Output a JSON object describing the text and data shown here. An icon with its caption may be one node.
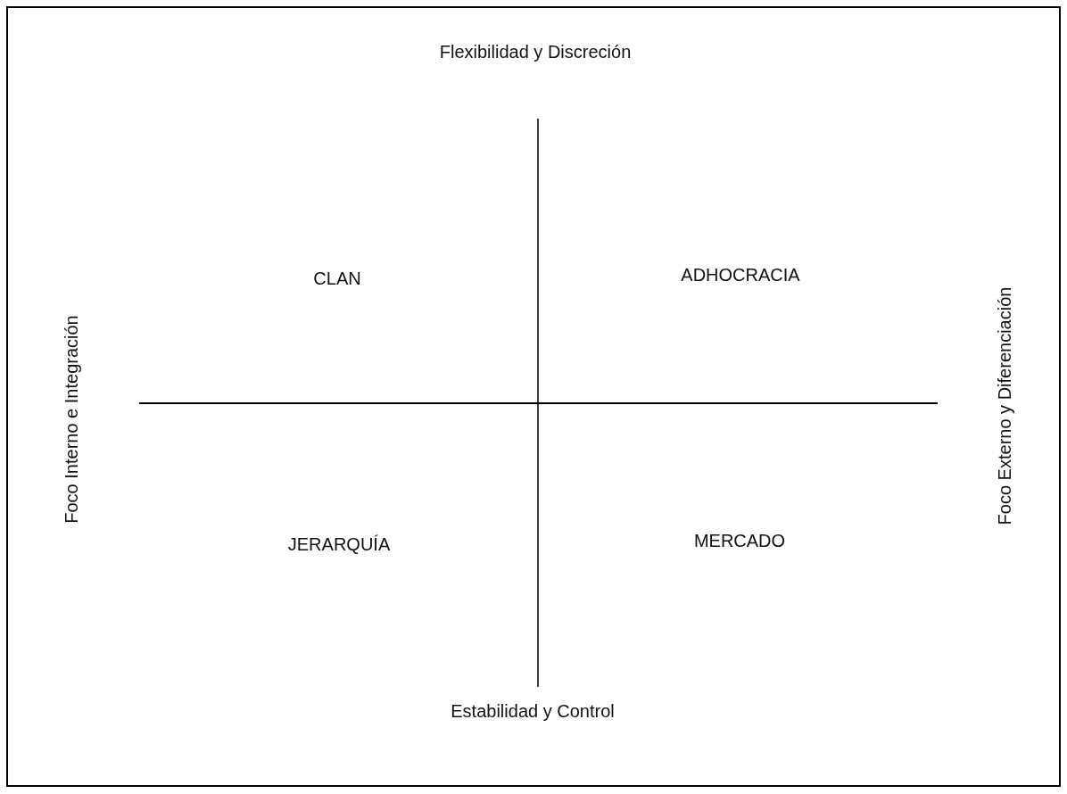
{
  "diagram": {
    "labels": [
      "Flexibilidad y Discreción",
      "CLAN",
      "ADHOCRACIA",
      "Foco Interno e Integración",
      "Foco Externo y Diferenciación",
      "JERARQUÍA",
      "MERCADO",
      "Estabilidad y Control"
    ]
  }
}
